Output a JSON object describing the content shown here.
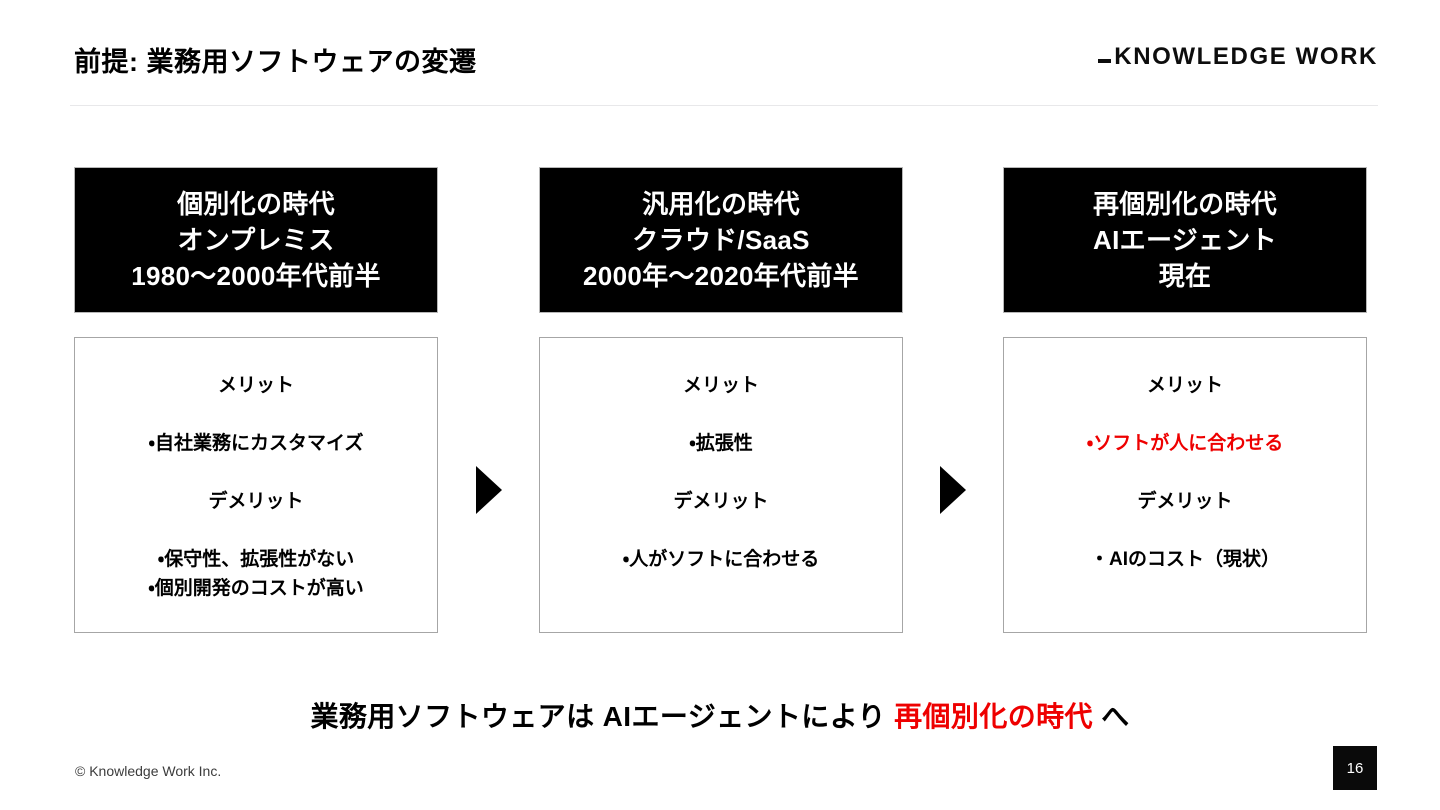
{
  "header": {
    "title": "前提: 業務用ソフトウェアの変遷",
    "brand": "KNOWLEDGE WORK"
  },
  "columns": [
    {
      "head": {
        "line1": "個別化の時代",
        "line2": "オンプレミス",
        "line3": "1980〜2000年代前半"
      },
      "body": {
        "merit_label": "メリット",
        "merit_items": [
          "・自社業務にカスタマイズ"
        ],
        "demerit_label": "デメリット",
        "demerit_items": [
          "・保守性、拡張性がない",
          "・個別開発のコストが高い"
        ]
      }
    },
    {
      "head": {
        "line1": "汎用化の時代",
        "line2": "クラウド/SaaS",
        "line3": "2000年〜2020年代前半"
      },
      "body": {
        "merit_label": "メリット",
        "merit_items": [
          "・拡張性"
        ],
        "demerit_label": "デメリット",
        "demerit_items": [
          "・人がソフトに合わせる"
        ]
      }
    },
    {
      "head": {
        "line1": "再個別化の時代",
        "line2": "AIエージェント",
        "line3": "現在"
      },
      "body": {
        "merit_label": "メリット",
        "merit_items": [
          "・ソフトが人に合わせる"
        ],
        "demerit_label": "デメリット",
        "demerit_items": [
          "・AIのコスト（現状）"
        ]
      }
    }
  ],
  "arrows": [
    "arrow-right-1",
    "arrow-right-2"
  ],
  "conclusion": {
    "prefix": "業務用ソフトウェアは AIエージェントにより ",
    "highlight": "再個別化の時代",
    "suffix": " へ"
  },
  "footer": {
    "copyright": "© Knowledge Work Inc.",
    "page_number": "16"
  },
  "colors": {
    "accent_red": "#ee0000",
    "header_bg": "#000000",
    "text": "#000000",
    "rule": "#e8e8ea",
    "box_border": "#a6a6a6"
  }
}
